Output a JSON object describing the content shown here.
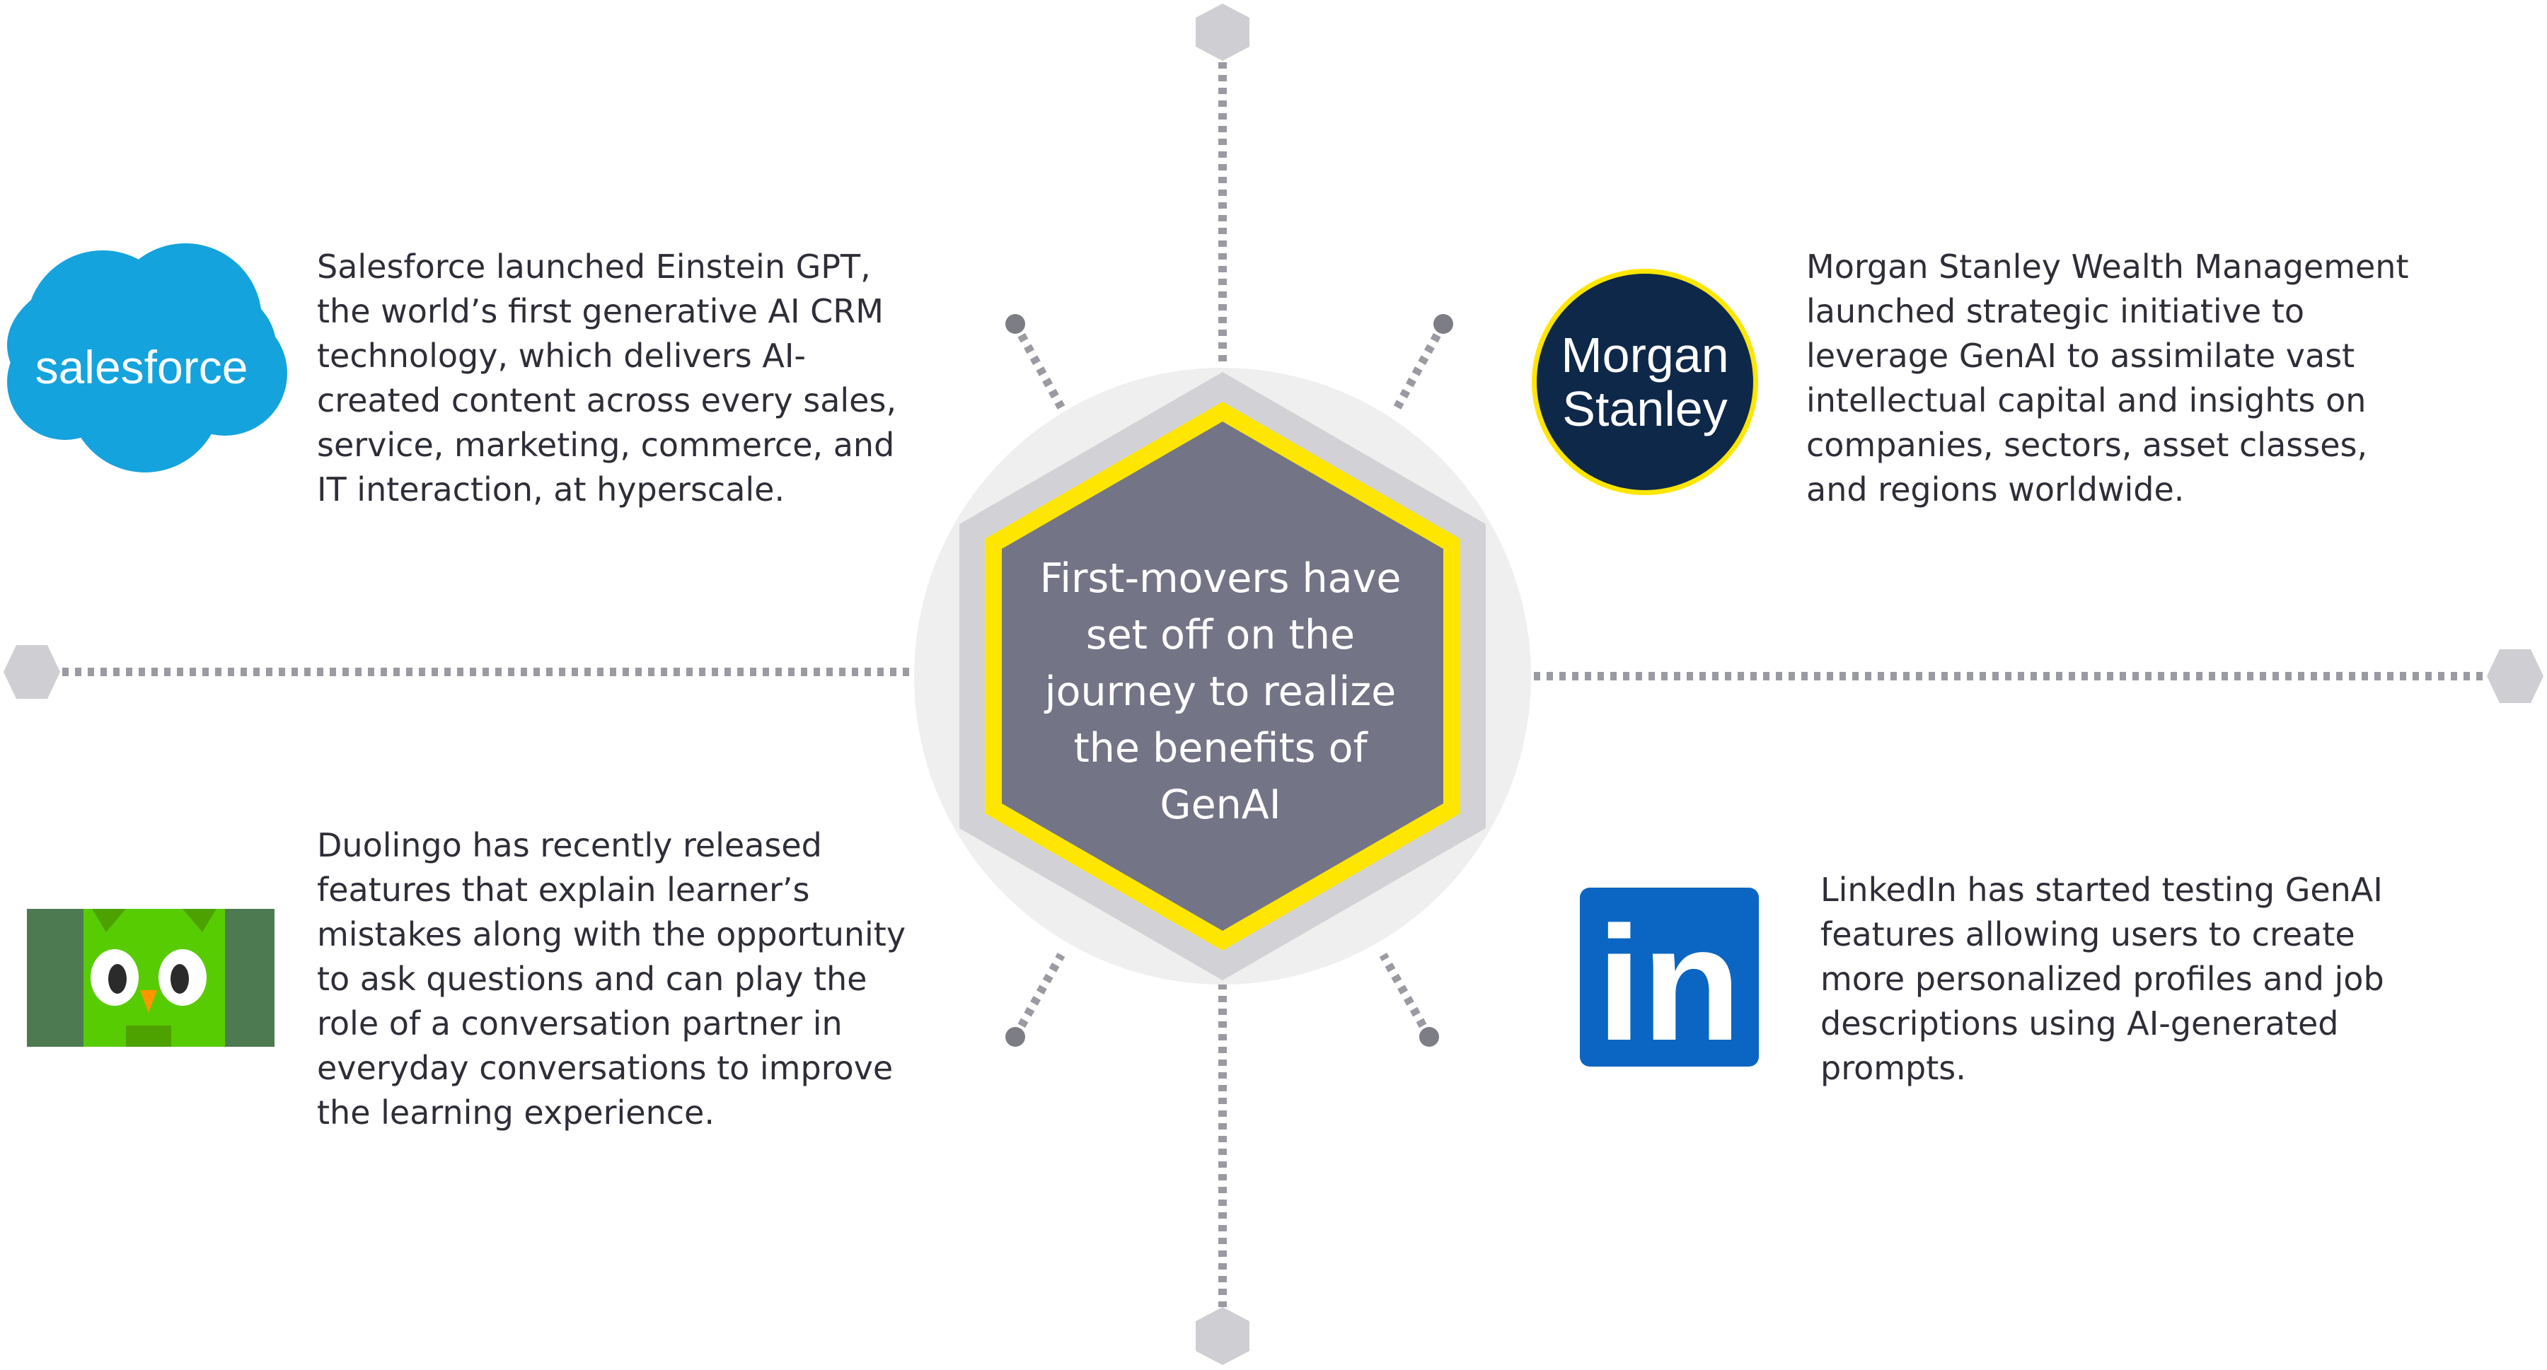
{
  "center": {
    "lines": [
      "First-movers have",
      "set off on the",
      "journey to realize",
      "the benefits of",
      "GenAI"
    ]
  },
  "cards": {
    "salesforce": {
      "logo_text": "salesforce",
      "lines": [
        "Salesforce launched Einstein GPT,",
        "the world’s first generative AI CRM",
        "technology, which delivers AI-",
        "created content across every sales,",
        "service, marketing, commerce, and",
        "IT interaction, at hyperscale."
      ]
    },
    "morgan_stanley": {
      "logo_line1": "Morgan",
      "logo_line2": "Stanley",
      "lines": [
        "Morgan Stanley Wealth Management",
        "launched strategic initiative to",
        "leverage GenAI to assimilate vast",
        "intellectual capital and insights on",
        "companies, sectors, asset classes,",
        "and regions worldwide."
      ]
    },
    "duolingo": {
      "lines": [
        "Duolingo has recently released",
        "features that explain learner’s",
        "mistakes along with the opportunity",
        "to ask questions and can play the",
        "role of a conversation partner in",
        "everyday conversations to improve",
        "the learning experience."
      ]
    },
    "linkedin": {
      "logo_text": "in",
      "lines": [
        "LinkedIn has started testing GenAI",
        "features allowing users to create",
        "more personalized profiles and job",
        "descriptions using AI-generated",
        "prompts."
      ]
    }
  },
  "colors": {
    "hex_fill": "#747487",
    "hex_border": "#ffe600",
    "text": "#2e2e38",
    "connector": "#9a9aa2",
    "outer_circle": "#efefef",
    "salesforce_blue": "#14a3dd",
    "morgan_navy": "#0e2849",
    "duolingo_green": "#58cc02",
    "linkedin_blue": "#0a66c2"
  },
  "icons": [
    "salesforce-logo",
    "morgan-stanley-logo",
    "duolingo-owl-icon",
    "linkedin-logo"
  ]
}
